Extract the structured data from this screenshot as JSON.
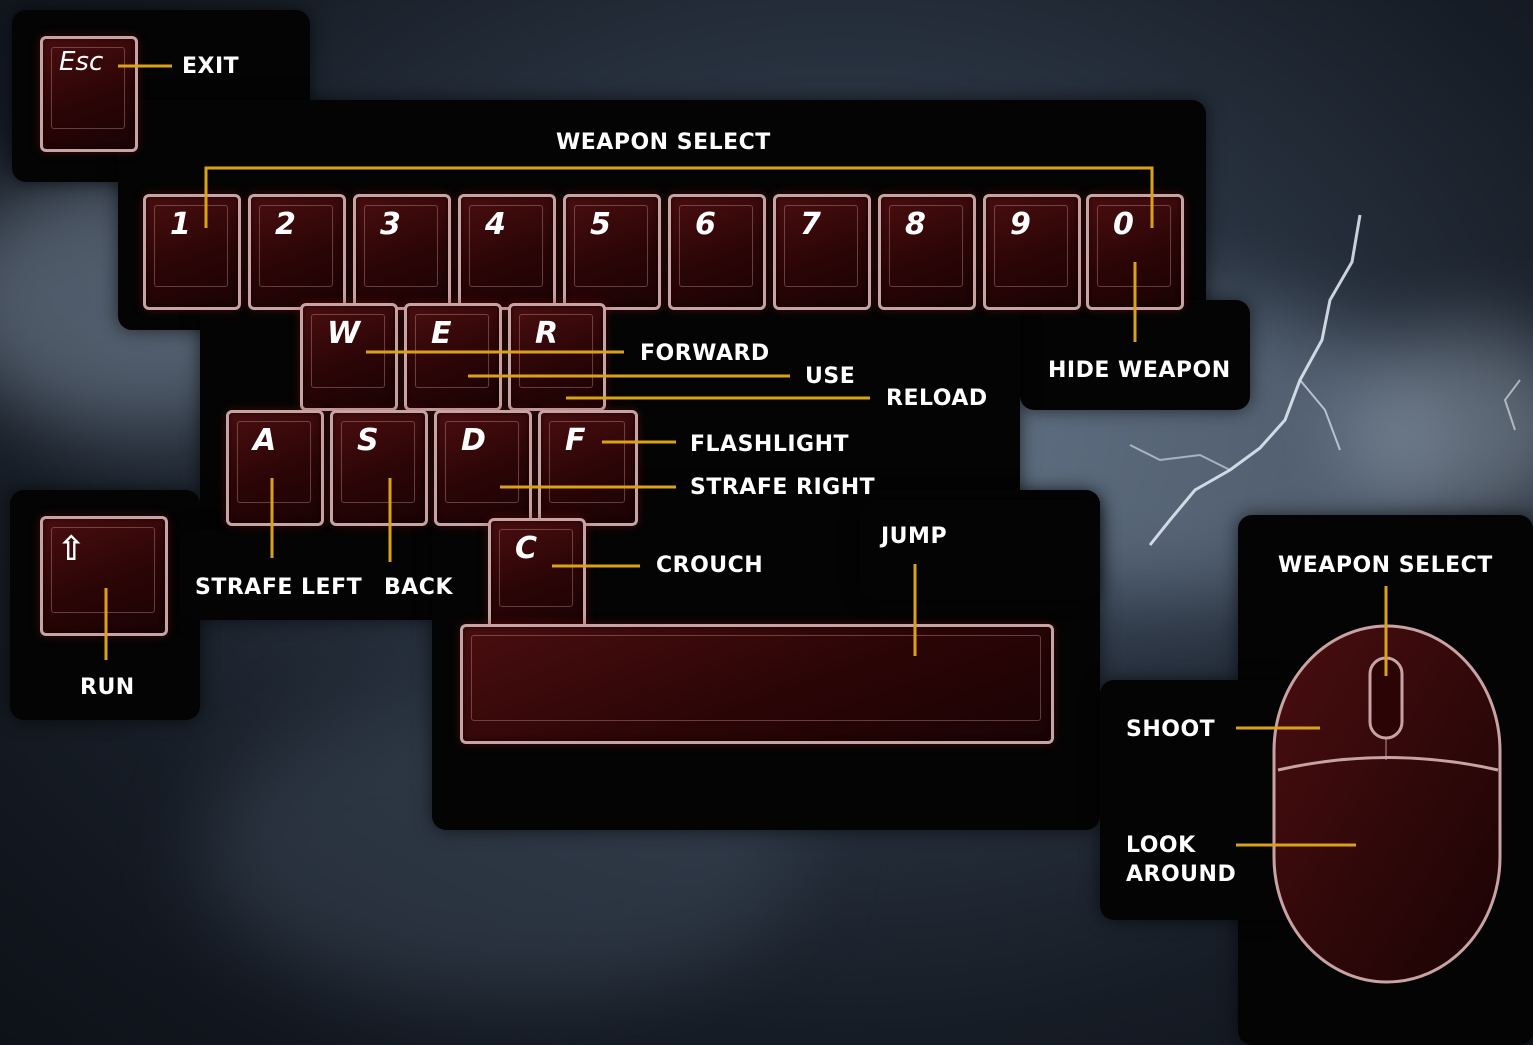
{
  "keys": {
    "esc": "Esc",
    "numbers": [
      "1",
      "2",
      "3",
      "4",
      "5",
      "6",
      "7",
      "8",
      "9",
      "0"
    ],
    "w": "W",
    "e": "E",
    "r": "R",
    "a": "A",
    "s": "S",
    "d": "D",
    "f": "F",
    "c": "C",
    "shift": "⇧",
    "space": ""
  },
  "labels": {
    "exit": "EXIT",
    "weapon_select": "WEAPON SELECT",
    "hide_weapon": "HIDE WEAPON",
    "forward": "FORWARD",
    "use": "USE",
    "reload": "RELOAD",
    "flashlight": "FLASHLIGHT",
    "strafe_right": "STRAFE RIGHT",
    "strafe_left": "STRAFE LEFT",
    "back": "BACK",
    "crouch": "CROUCH",
    "jump": "JUMP",
    "run": "RUN",
    "mouse_weapon_select": "WEAPON SELECT",
    "shoot": "SHOOT",
    "look": "LOOK",
    "around": "AROUND"
  },
  "colors": {
    "accent_line": "#d9a21a",
    "key_border": "#c9a3a3",
    "key_fill": "#2b0506"
  }
}
